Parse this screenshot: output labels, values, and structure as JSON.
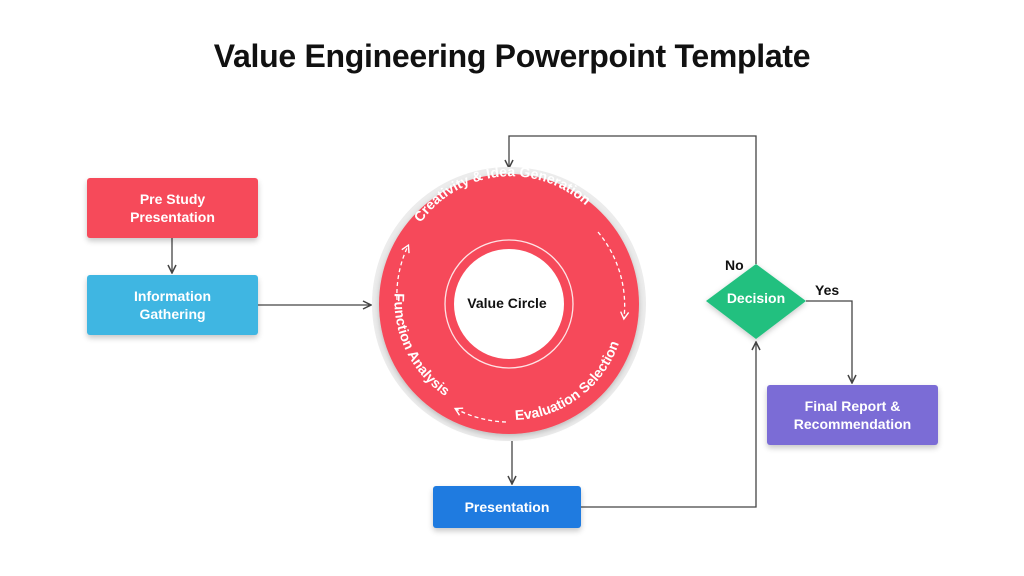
{
  "title": "Value Engineering Powerpoint Template",
  "colors": {
    "red": "#f64a5a",
    "blue": "#3fb6e2",
    "dark_blue": "#1f7be0",
    "purple": "#7b6cd6",
    "green": "#21c07f",
    "connector": "#444444"
  },
  "boxes": {
    "pre_study": {
      "line1": "Pre Study",
      "line2": "Presentation"
    },
    "information": {
      "line1": "Information",
      "line2": "Gathering"
    },
    "presentation": {
      "label": "Presentation"
    },
    "final_report": {
      "line1": "Final Report &",
      "line2": "Recommendation"
    }
  },
  "value_circle": {
    "center_label": "Value Circle",
    "arc_top": "Creativity & Idea Generation",
    "arc_right": "Evaluation Selection",
    "arc_left": "Function Analysis"
  },
  "decision": {
    "label": "Decision",
    "no_label": "No",
    "yes_label": "Yes"
  }
}
